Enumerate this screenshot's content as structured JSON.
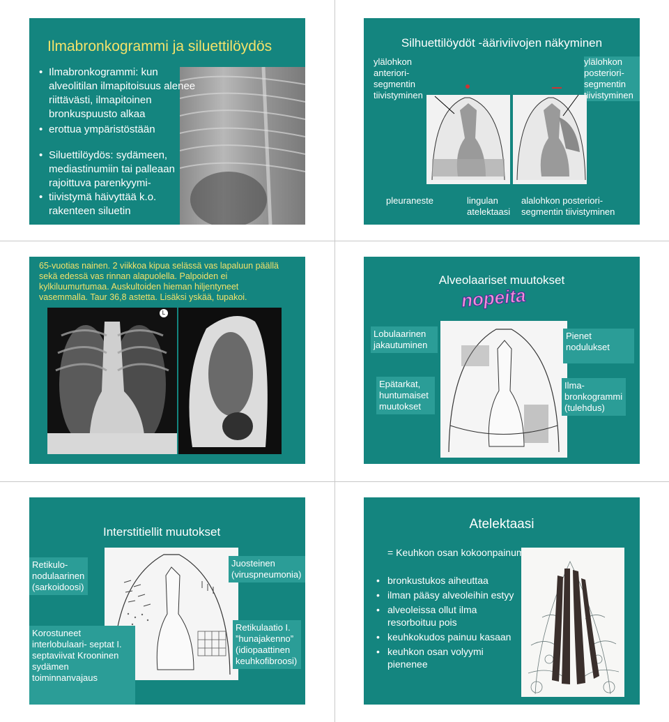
{
  "slide1": {
    "title": "Ilmabronkogrammi ja siluettilöydös",
    "bullet1_lines": [
      "Ilmabronkogrammi: kun",
      "alveolitilan ilmapitoisuus alenee",
      "riittävästi, ilmapitoinen",
      "bronkuspuusto alkaa"
    ],
    "bullet1_last": "erottua ympäristöstään",
    "bullet2_lines": [
      "Siluettilöydös: sydämeen,",
      "mediastinumiin tai palleaan",
      "rajoittuva parenkyymi-"
    ],
    "bullet2_last": "tiivistymä häivyttää k.o.",
    "bullet2_tail": "rakenteen siluetin"
  },
  "slide2": {
    "title": "Silhuettilöydöt -ääriviivojen näkyminen",
    "label_tl": "ylälohkon anteriori- segmentin tiivistyminen",
    "label_tr": "ylälohkon posteriori- segmentin tiivistyminen",
    "label_b1": "pleuraneste",
    "label_b2": "lingulan atelektaasi",
    "label_b3": "alalohkon posteriori- segmentin tiivistyminen"
  },
  "slide3": {
    "text_lines": [
      "65-vuotias nainen. 2 viikkoa kipua selässä vas lapaluun päällä",
      "sekä edessä vas rinnan alapuolella. Palpoiden ei",
      "kylkiluumurtumaa. Auskultoiden hieman hiljentyneet",
      "vasemmalla. Taur 36,8 astetta. Lisäksi yskää, tupakoi."
    ],
    "marker": "L"
  },
  "slide4": {
    "title": "Alveolaariset muutokset",
    "stamp": "nopeita",
    "label1": "Lobulaarinen jakautuminen",
    "label2": "Pienet nodulukset",
    "label3": "Epätarkat, huntumaiset muutokset",
    "label4": "Ilma- bronkogrammi (tulehdus)"
  },
  "slide5": {
    "title": "Interstitiellit muutokset",
    "label1": "Retikulo- nodulaarinen (sarkoidoosi)",
    "label2": "Juosteinen (viruspneumonia)",
    "label3": "Korostuneet interlobulaari- septat I. septaviivat Krooninen sydämen toiminnanvajaus",
    "label4": "Retikulaatio I. ”hunajakenno” (idiopaattinen keuhkofibroosi)"
  },
  "slide6": {
    "title": "Atelektaasi",
    "definition": "= Keuhkon osan kokoonpainuminen",
    "bullets": [
      "bronkustukos aiheuttaa",
      "ilman pääsy alveoleihin estyy",
      "alveoleissa ollut ilma resorboituu pois",
      "keuhkokudos painuu kasaan",
      "keuhkon osan volyymi pienenee"
    ]
  },
  "colors": {
    "slide_bg": "#14857f",
    "title_yellow": "#f3e26a",
    "label_box": "#2b9d97"
  }
}
